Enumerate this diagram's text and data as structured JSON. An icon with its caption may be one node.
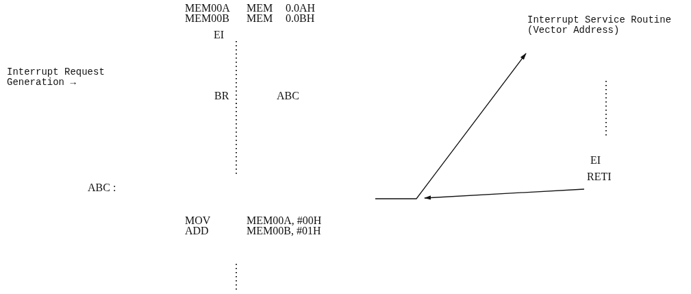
{
  "diagram": {
    "nodes": [
      {
        "text": [
          "Interrupt Service Routine (Vector Address)"
        ]
      },
      {
        "text": [
          "RETI"
        ]
      }
    ],
    "edges": [
      {
        "from": null,
        "to": 0,
        "arrow": "to"
      },
      {
        "from": 1,
        "to": null,
        "arrow": "to"
      }
    ],
    "labels": [
      "MEM00A",
      "MEM",
      "0.0AH",
      "MEM00B",
      "MEM",
      "0.0BH",
      "EI",
      "Interrupt Request Generation →",
      "BR",
      "ABC",
      "EI",
      "ABC :",
      "MOV",
      "MEM00A, #00H",
      "ADD",
      "MEM00B, #01H"
    ]
  }
}
